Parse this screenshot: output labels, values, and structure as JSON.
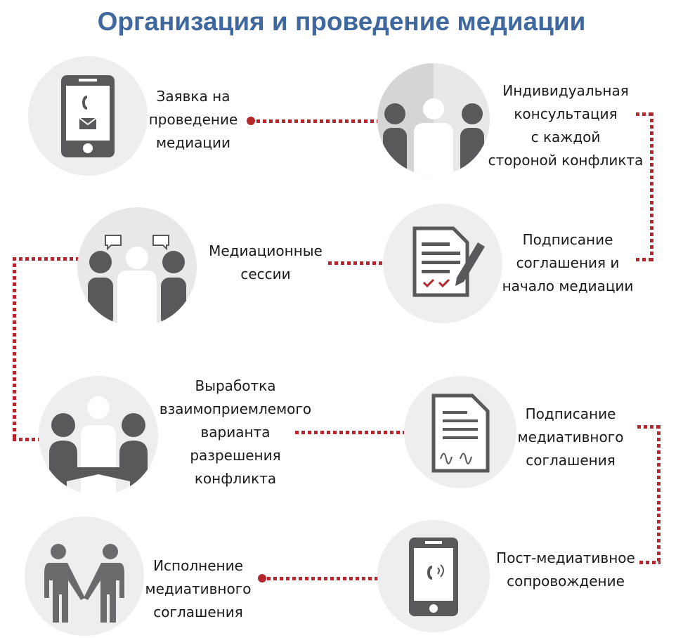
{
  "title": "Организация и проведение медиации",
  "steps": [
    {
      "lines": [
        "Заявка на",
        "проведение",
        "медиации"
      ],
      "icon": "phone-message-icon"
    },
    {
      "lines": [
        "Индивидуальная",
        "консультация",
        "с каждой",
        "стороной конфликта"
      ],
      "icon": "mediator-with-parties-icon"
    },
    {
      "lines": [
        "Подписание",
        "соглашения и",
        "начало медиации"
      ],
      "icon": "document-sign-icon"
    },
    {
      "lines": [
        "Медиационные",
        "сессии"
      ],
      "icon": "mediation-session-icon"
    },
    {
      "lines": [
        "Выработка",
        "взаимоприемлемого",
        "варианта",
        "разрешения",
        "конфликта"
      ],
      "icon": "handshake-icon"
    },
    {
      "lines": [
        "Подписание",
        "медиативного",
        "соглашения"
      ],
      "icon": "signed-agreement-icon"
    },
    {
      "lines": [
        "Пост-медиативное",
        "сопровождение"
      ],
      "icon": "phone-call-icon"
    },
    {
      "lines": [
        "Исполнение",
        "медиативного",
        "соглашения"
      ],
      "icon": "two-people-handshake-icon"
    }
  ],
  "colors": {
    "title": "#3e689f",
    "connector": "#b3282d",
    "icon": "#59595b",
    "circle": "#efeeee"
  }
}
